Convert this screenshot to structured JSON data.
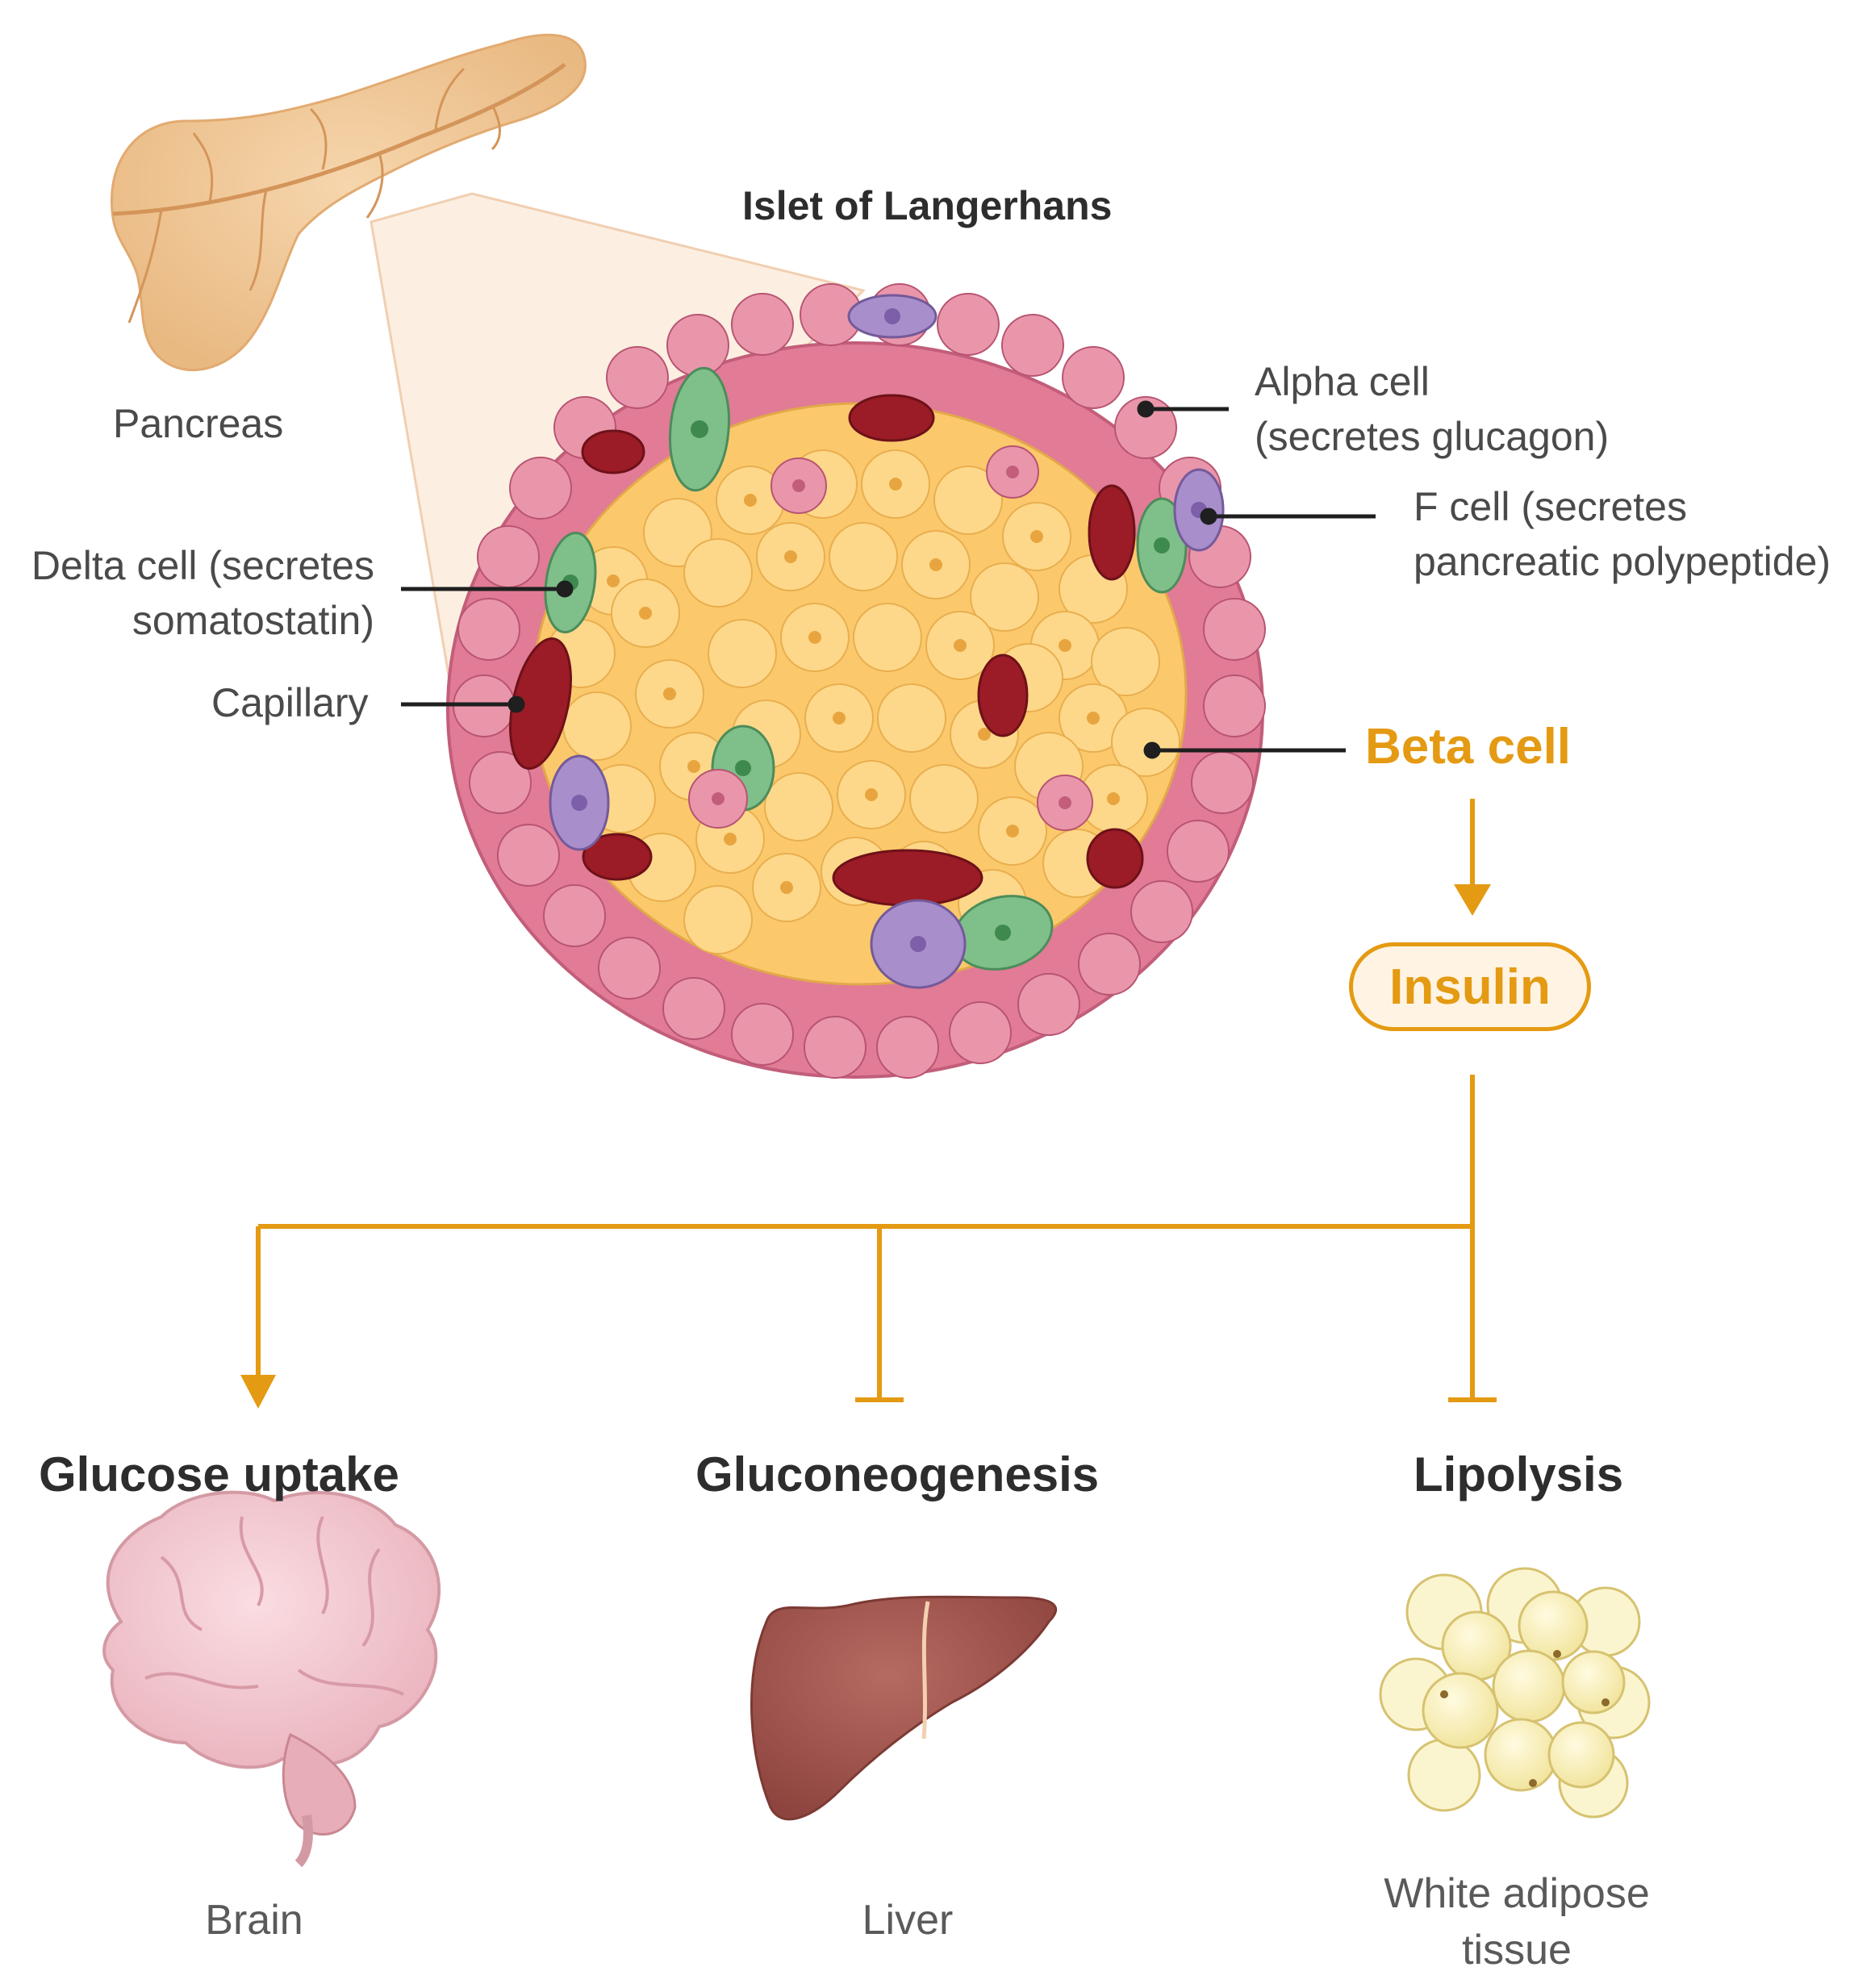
{
  "diagram": {
    "islet_title": "Islet of Langerhans",
    "pancreas_label": "Pancreas",
    "alpha_cell": [
      "Alpha cell",
      "(secretes glucagon)"
    ],
    "f_cell": [
      "F cell (secretes",
      "pancreatic polypeptide)"
    ],
    "delta_cell": [
      "Delta cell (secretes",
      "somatostatin)"
    ],
    "capillary_label": "Capillary",
    "beta_cell_label": "Beta cell",
    "insulin_label": "Insulin",
    "effects": [
      {
        "title": "Glucose uptake",
        "organ": "Brain",
        "relation": "stimulates"
      },
      {
        "title": "Gluconeogenesis",
        "organ": "Liver",
        "relation": "inhibits"
      },
      {
        "title": "Lipolysis",
        "organ": [
          "White adipose",
          "tissue"
        ],
        "relation": "inhibits"
      }
    ],
    "colors": {
      "accent": "#e49a12",
      "beta_cell": "#fbc96b",
      "alpha_cell": "#e38fa5",
      "delta_cell": "#7fbf8a",
      "f_cell": "#a88ecb",
      "capillary": "#9b1c26",
      "pancreas": "#f2c896",
      "liver": "#a3564f",
      "brain": "#f3c8cf",
      "adipose": "#f7efb4"
    }
  }
}
